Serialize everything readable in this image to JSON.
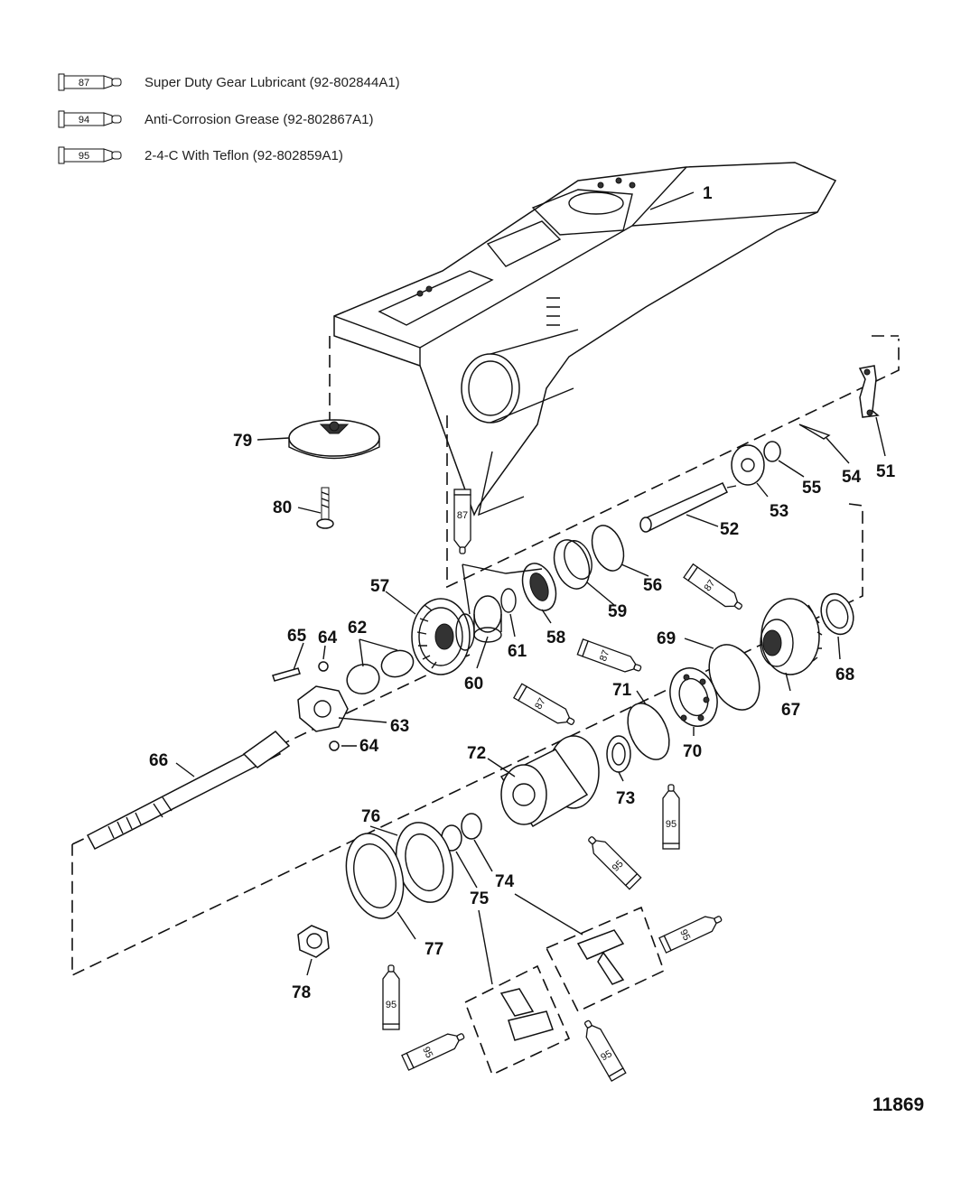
{
  "legend": [
    {
      "code": "87",
      "text": "Super Duty Gear Lubricant  (92-802844A1)"
    },
    {
      "code": "94",
      "text": "Anti-Corrosion Grease (92-802867A1)"
    },
    {
      "code": "95",
      "text": "2-4-C  With Teflon  (92-802859A1)"
    }
  ],
  "callouts": {
    "p1": "1",
    "p51": "51",
    "p52": "52",
    "p53": "53",
    "p54": "54",
    "p55": "55",
    "p56": "56",
    "p57": "57",
    "p58": "58",
    "p59": "59",
    "p60": "60",
    "p61": "61",
    "p62": "62",
    "p63": "63",
    "p64a": "64",
    "p64b": "64",
    "p65": "65",
    "p66": "66",
    "p67": "67",
    "p68": "68",
    "p69": "69",
    "p70": "70",
    "p71": "71",
    "p72": "72",
    "p73": "73",
    "p74": "74",
    "p75": "75",
    "p76": "76",
    "p77": "77",
    "p78": "78",
    "p79": "79",
    "p80": "80"
  },
  "tube_codes": {
    "t1": "87",
    "t2": "87",
    "t3": "87",
    "t4": "87",
    "t5": "95",
    "t6": "95",
    "t7": "95",
    "t8": "95",
    "t9": "95",
    "t10": "95"
  },
  "figure_number": "11869"
}
